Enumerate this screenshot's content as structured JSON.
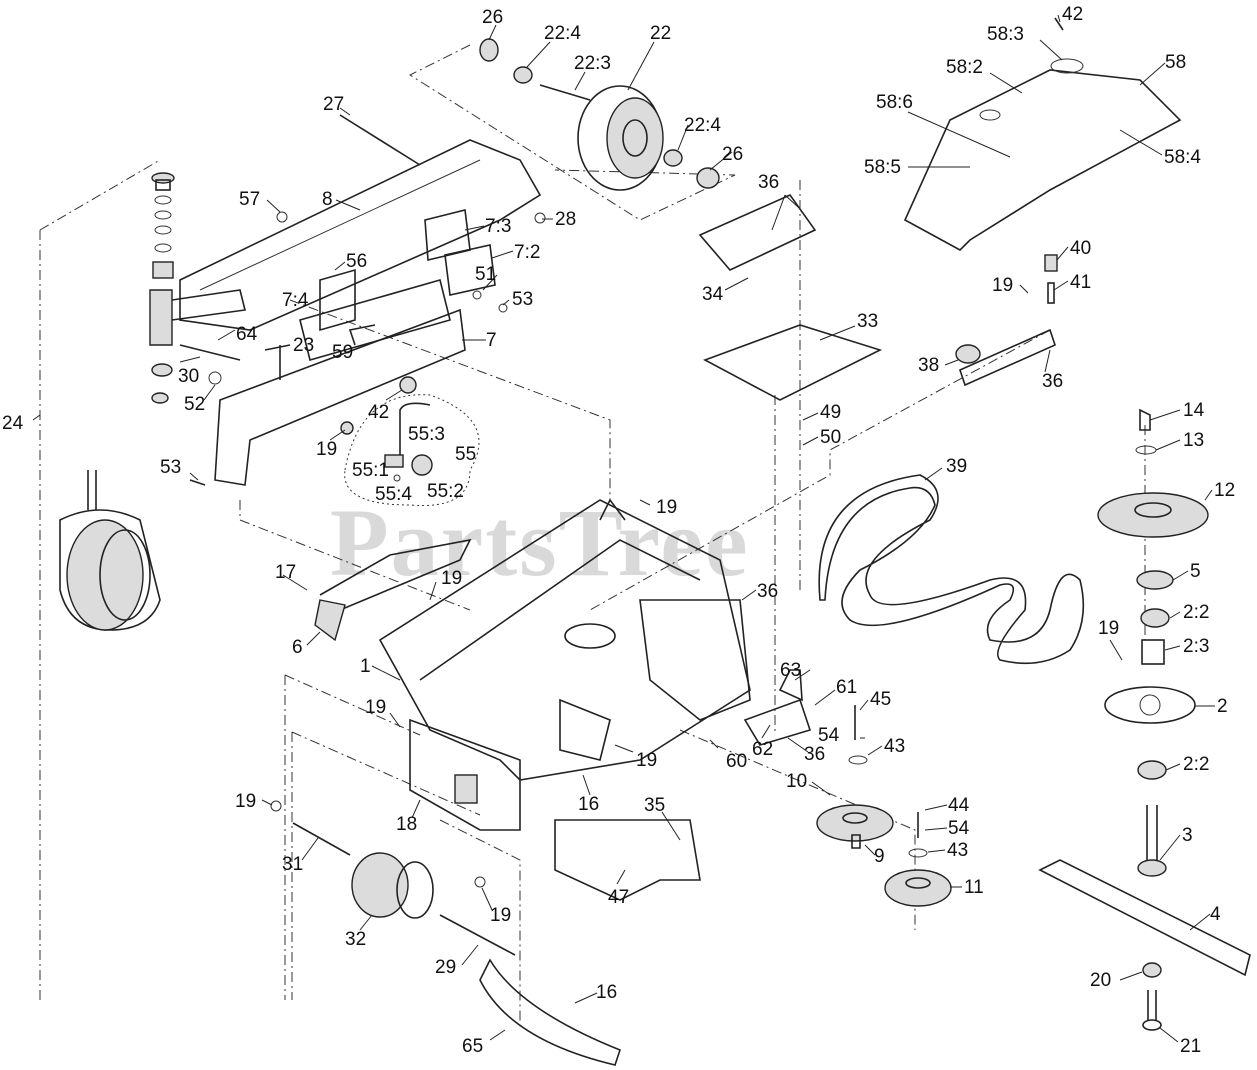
{
  "watermark": "PartsTree",
  "callouts": [
    {
      "id": "26a",
      "text": "26"
    },
    {
      "id": "224a",
      "text": "22:4"
    },
    {
      "id": "223",
      "text": "22:3"
    },
    {
      "id": "22",
      "text": "22"
    },
    {
      "id": "224b",
      "text": "22:4"
    },
    {
      "id": "26b",
      "text": "26"
    },
    {
      "id": "27",
      "text": "27"
    },
    {
      "id": "57",
      "text": "57"
    },
    {
      "id": "8",
      "text": "8"
    },
    {
      "id": "28",
      "text": "28"
    },
    {
      "id": "73",
      "text": "7:3"
    },
    {
      "id": "72",
      "text": "7:2"
    },
    {
      "id": "56",
      "text": "56"
    },
    {
      "id": "51",
      "text": "51"
    },
    {
      "id": "53a",
      "text": "53"
    },
    {
      "id": "74",
      "text": "7:4"
    },
    {
      "id": "7",
      "text": "7"
    },
    {
      "id": "64",
      "text": "64"
    },
    {
      "id": "23",
      "text": "23"
    },
    {
      "id": "59",
      "text": "59"
    },
    {
      "id": "30",
      "text": "30"
    },
    {
      "id": "52",
      "text": "52"
    },
    {
      "id": "42a",
      "text": "42"
    },
    {
      "id": "24",
      "text": "24"
    },
    {
      "id": "19a",
      "text": "19"
    },
    {
      "id": "553",
      "text": "55:3"
    },
    {
      "id": "55",
      "text": "55"
    },
    {
      "id": "551",
      "text": "55:1"
    },
    {
      "id": "554",
      "text": "55:4"
    },
    {
      "id": "552",
      "text": "55:2"
    },
    {
      "id": "53b",
      "text": "53"
    },
    {
      "id": "17",
      "text": "17"
    },
    {
      "id": "19b",
      "text": "19"
    },
    {
      "id": "6",
      "text": "6"
    },
    {
      "id": "1",
      "text": "1"
    },
    {
      "id": "19c",
      "text": "19"
    },
    {
      "id": "19d",
      "text": "19"
    },
    {
      "id": "18",
      "text": "18"
    },
    {
      "id": "31",
      "text": "31"
    },
    {
      "id": "32",
      "text": "32"
    },
    {
      "id": "19e",
      "text": "19"
    },
    {
      "id": "29",
      "text": "29"
    },
    {
      "id": "65",
      "text": "65"
    },
    {
      "id": "16a",
      "text": "16"
    },
    {
      "id": "16b",
      "text": "16"
    },
    {
      "id": "47",
      "text": "47"
    },
    {
      "id": "35",
      "text": "35"
    },
    {
      "id": "19f",
      "text": "19"
    },
    {
      "id": "19g",
      "text": "19"
    },
    {
      "id": "36a",
      "text": "36"
    },
    {
      "id": "34",
      "text": "34"
    },
    {
      "id": "33",
      "text": "33"
    },
    {
      "id": "49",
      "text": "49"
    },
    {
      "id": "50",
      "text": "50"
    },
    {
      "id": "39",
      "text": "39"
    },
    {
      "id": "36b",
      "text": "36"
    },
    {
      "id": "60",
      "text": "60"
    },
    {
      "id": "62",
      "text": "62"
    },
    {
      "id": "63",
      "text": "63"
    },
    {
      "id": "61",
      "text": "61"
    },
    {
      "id": "36c",
      "text": "36"
    },
    {
      "id": "10",
      "text": "10"
    },
    {
      "id": "54a",
      "text": "54"
    },
    {
      "id": "45",
      "text": "45"
    },
    {
      "id": "43a",
      "text": "43"
    },
    {
      "id": "9",
      "text": "9"
    },
    {
      "id": "44",
      "text": "44"
    },
    {
      "id": "54b",
      "text": "54"
    },
    {
      "id": "43b",
      "text": "43"
    },
    {
      "id": "11",
      "text": "11"
    },
    {
      "id": "42b",
      "text": "42"
    },
    {
      "id": "583",
      "text": "58:3"
    },
    {
      "id": "582",
      "text": "58:2"
    },
    {
      "id": "58",
      "text": "58"
    },
    {
      "id": "586",
      "text": "58:6"
    },
    {
      "id": "585",
      "text": "58:5"
    },
    {
      "id": "584",
      "text": "58:4"
    },
    {
      "id": "40",
      "text": "40"
    },
    {
      "id": "19h",
      "text": "19"
    },
    {
      "id": "41",
      "text": "41"
    },
    {
      "id": "38",
      "text": "38"
    },
    {
      "id": "36d",
      "text": "36"
    },
    {
      "id": "14",
      "text": "14"
    },
    {
      "id": "13",
      "text": "13"
    },
    {
      "id": "12",
      "text": "12"
    },
    {
      "id": "5",
      "text": "5"
    },
    {
      "id": "19i",
      "text": "19"
    },
    {
      "id": "22a",
      "text": "2:2"
    },
    {
      "id": "23b",
      "text": "2:3"
    },
    {
      "id": "2",
      "text": "2"
    },
    {
      "id": "22b",
      "text": "2:2"
    },
    {
      "id": "3",
      "text": "3"
    },
    {
      "id": "4",
      "text": "4"
    },
    {
      "id": "20",
      "text": "20"
    },
    {
      "id": "21",
      "text": "21"
    }
  ]
}
